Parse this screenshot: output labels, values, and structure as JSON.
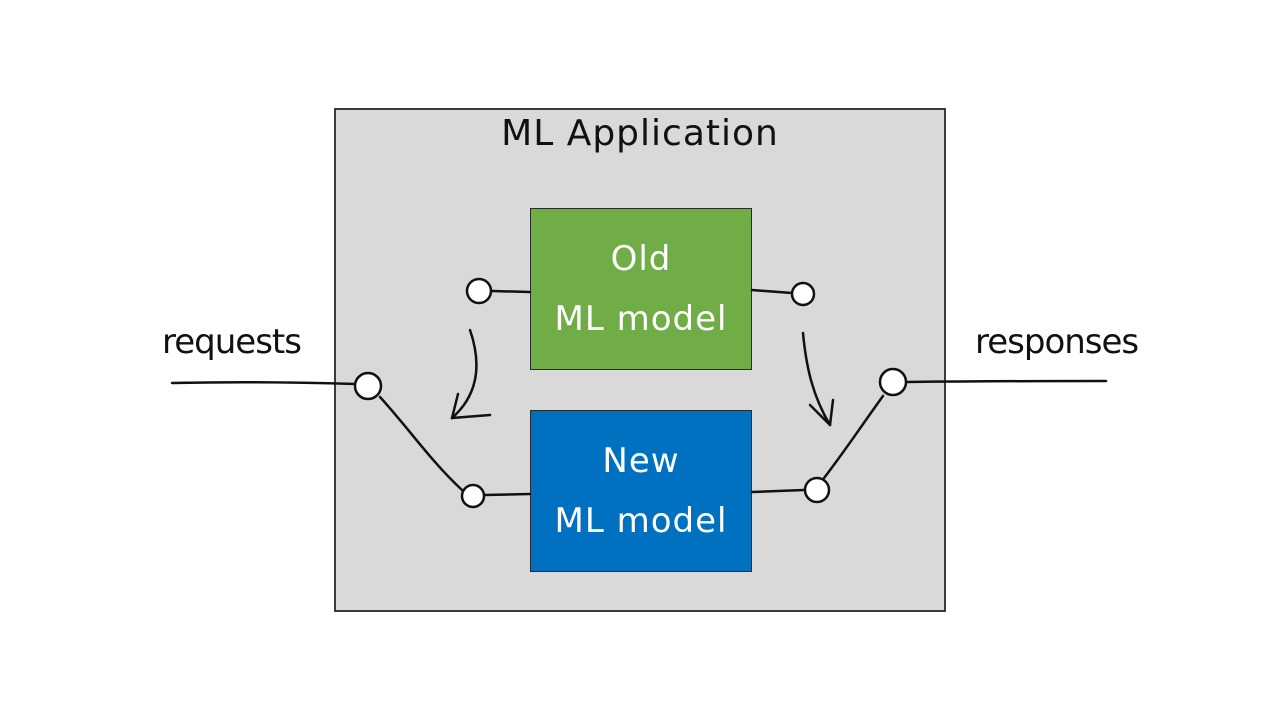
{
  "diagram": {
    "container_title": "ML Application",
    "old_model": {
      "line1": "Old",
      "line2": "ML model",
      "color": "#70ad47"
    },
    "new_model": {
      "line1": "New",
      "line2": "ML model",
      "color": "#0070c0"
    },
    "input_label": "requests",
    "output_label": "responses"
  },
  "colors": {
    "background": "#ffffff",
    "container": "#d9d9d9",
    "ink": "#111111"
  }
}
